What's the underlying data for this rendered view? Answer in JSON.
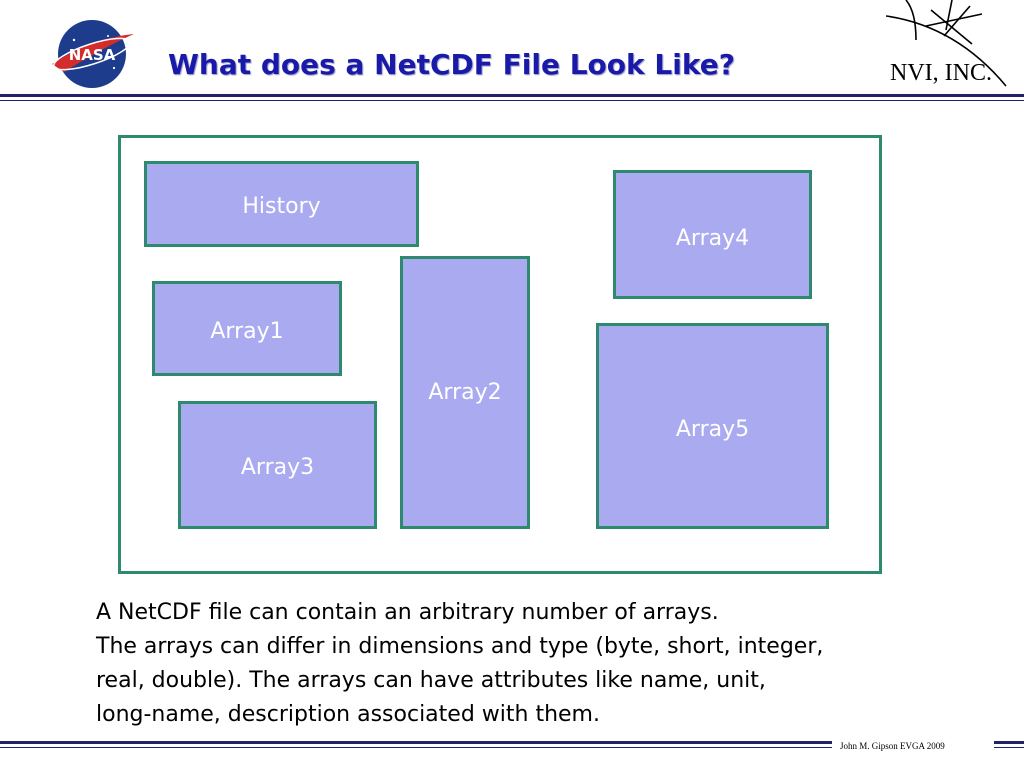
{
  "header": {
    "title": "What does a NetCDF File Look Like?",
    "left_logo_icon": "nasa-logo",
    "left_logo_text": "NASA",
    "right_logo_icon": "nvi-star-logo",
    "right_logo_text": "NVI, INC."
  },
  "diagram": {
    "frame_color": "#2e8a6e",
    "box_fill": "#aaaaf0",
    "boxes": {
      "history": "History",
      "array1": "Array1",
      "array2": "Array2",
      "array3": "Array3",
      "array4": "Array4",
      "array5": "Array5"
    }
  },
  "description": {
    "line1": "A NetCDF file can contain an arbitrary number of arrays.",
    "line2": "The arrays can differ in dimensions and type (byte, short, integer,",
    "line3": "real, double).  The arrays can have attributes like name, unit,",
    "line4": "long-name, description associated with them."
  },
  "footer": {
    "credit": "John M. Gipson EVGA  2009"
  }
}
